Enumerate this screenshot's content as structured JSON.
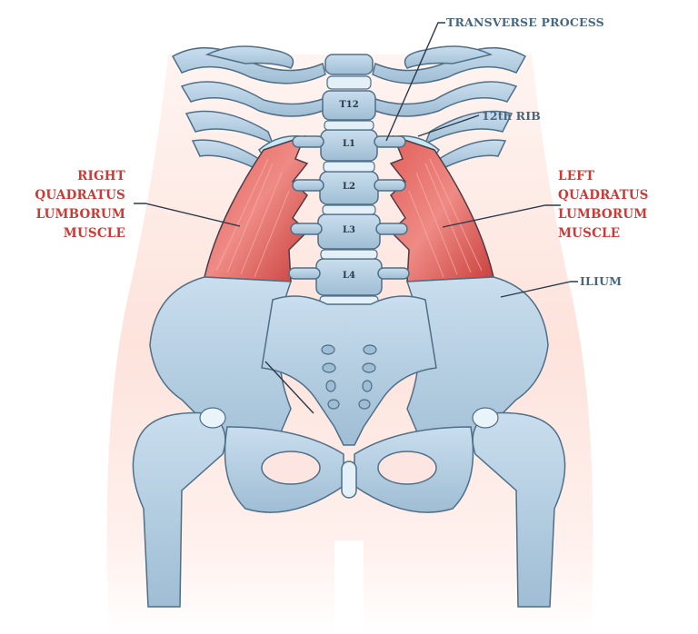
{
  "diagram": {
    "type": "anatomical-illustration",
    "subject": "Quadratus lumborum muscles with lumbar spine and pelvis (anterior view)",
    "colors": {
      "bone": "#b9d3e6",
      "bone_dark": "#8fb0c9",
      "bone_outline": "#4f6f87",
      "muscle": "#d9504d",
      "muscle_light": "#ef8a84",
      "body_silhouette": "#fde6e1",
      "label_blue": "#47677f",
      "label_red": "#cc3a36",
      "leader_line": "#2b3a4c"
    }
  },
  "labels": {
    "transverse_process": "TRANSVERSE PROCESS",
    "twelfth_rib": "12th RIB",
    "right_ql": [
      "RIGHT",
      "QUADRATUS",
      "LUMBORUM",
      "MUSCLE"
    ],
    "left_ql": [
      "LEFT",
      "QUADRATUS",
      "LUMBORUM",
      "MUSCLE"
    ],
    "ilium": "ILIUM"
  },
  "vertebrae": [
    "T12",
    "L1",
    "L2",
    "L3",
    "L4"
  ]
}
